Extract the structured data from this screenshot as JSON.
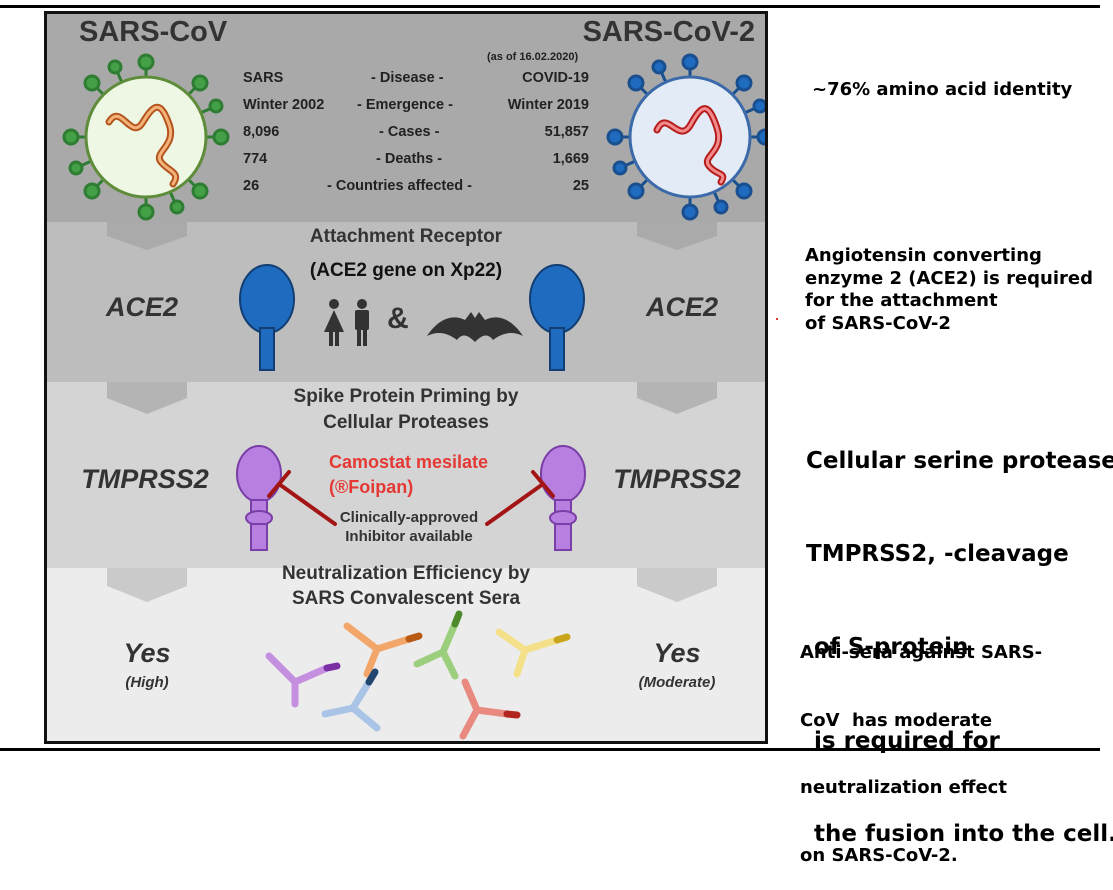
{
  "viruses": {
    "left_name": "SARS-CoV",
    "right_name": "SARS-CoV-2",
    "date_note": "(as of 16.02.2020)"
  },
  "comparison_table": [
    {
      "left": "SARS",
      "label": "- Disease -",
      "right": "COVID-19"
    },
    {
      "left": "Winter 2002",
      "label": "- Emergence -",
      "right": "Winter 2019"
    },
    {
      "left": "8,096",
      "label": "- Cases -",
      "right": "51,857"
    },
    {
      "left": "774",
      "label": "- Deaths -",
      "right": "1,669"
    },
    {
      "left": "26",
      "label": "- Countries affected -",
      "right": "25"
    }
  ],
  "attachment": {
    "title": "Attachment Receptor",
    "subtitle": "(ACE2 gene on Xp22)",
    "left": "ACE2",
    "right": "ACE2",
    "amp": "&"
  },
  "priming": {
    "title_line1": "Spike Protein Priming by",
    "title_line2": "Cellular Proteases",
    "left": "TMPRSS2",
    "right": "TMPRSS2",
    "drug_line1": "Camostat mesilate",
    "drug_line2": "(®Foipan)",
    "approved_line1": "Clinically-approved",
    "approved_line2": "Inhibitor available"
  },
  "neutralization": {
    "title_line1": "Neutralization Efficiency by",
    "title_line2": "SARS Convalescent Sera",
    "left": "Yes",
    "left_sub": "(High)",
    "right": "Yes",
    "right_sub": "(Moderate)"
  },
  "notes": {
    "identity": "~76% amino acid identity",
    "ace2_note": [
      "Angiotensin converting",
      "enzyme 2 (ACE2) is required",
      "for the attachment",
      "of SARS-CoV-2"
    ],
    "tmprss2_note": [
      "Cellular serine protease,",
      "TMPRSS2, -cleavage",
      " of S-protein",
      " is required for",
      " the fusion into the cell."
    ],
    "sera_note": [
      "Anti-sera against SARS-",
      "CoV  has moderate",
      "neutralization effect",
      "on SARS-CoV-2."
    ]
  },
  "colors": {
    "sars_cov_spike": "#3f9a3f",
    "sars_cov2_spike": "#1f6bbf",
    "receptor_blue": "#1f6bbf",
    "protease_purple": "#b77fe0",
    "inhibitor_red": "#c62828"
  }
}
